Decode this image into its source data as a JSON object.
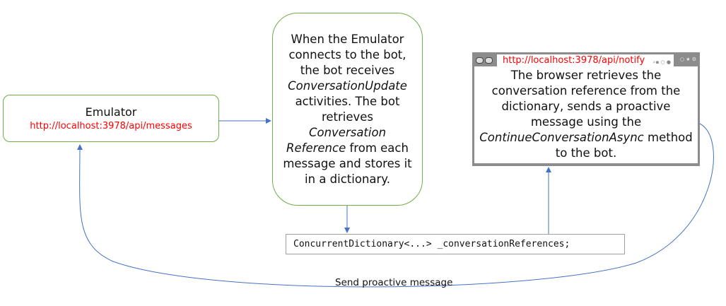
{
  "emulator": {
    "title": "Emulator",
    "url": "http://localhost:3978/api/messages"
  },
  "bot": {
    "lines": [
      "When the Emulator connects to the bot, the bot receives ",
      "ConversationUpdate",
      " activities. The bot retrieves ",
      "Conversation Reference",
      " from each message and stores it in a dictionary."
    ]
  },
  "code": {
    "text": "ConcurrentDictionary<...> _conversationReferences;"
  },
  "browser": {
    "url": "http://localhost:3978/api/notify",
    "text_a": "The browser retrieves the conversation reference from the dictionary, sends a proactive message using the ",
    "text_method": "ContinueConversationAsync",
    "text_b": " method to the bot.",
    "nav_icons": [
      "back-icon",
      "forward-icon"
    ],
    "tool_glyphs": "⌕▪ ○ ●",
    "window_glyphs": "○ ★ ⚙"
  },
  "edge_label": "Send proactive message",
  "colors": {
    "box_border": "#70ad47",
    "arrow": "#4472c4",
    "url": "#ff0000"
  }
}
